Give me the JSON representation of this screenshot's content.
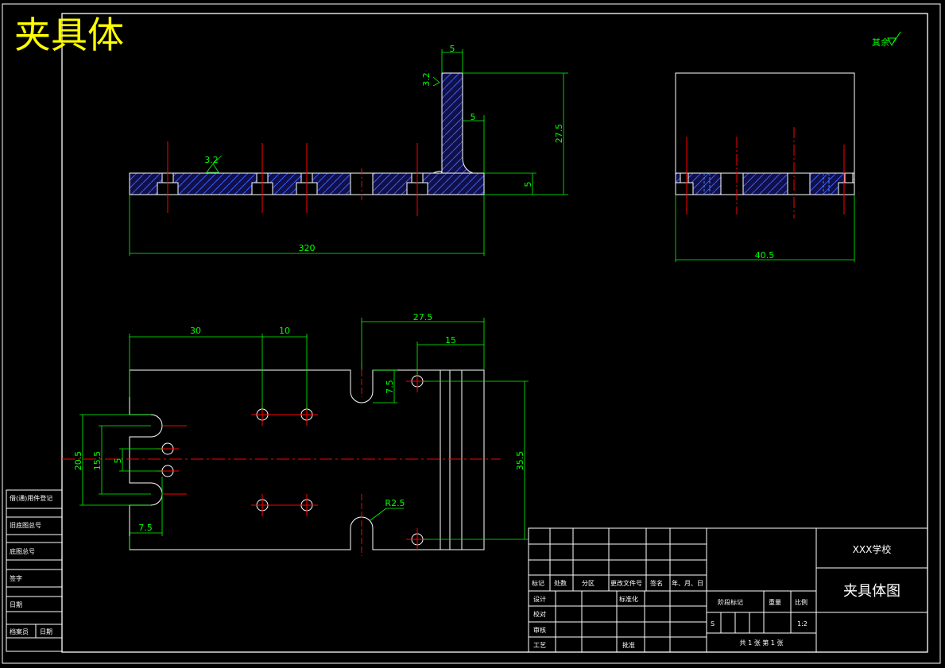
{
  "sheet_title": "夹具体",
  "surface_finish": {
    "text": "其余"
  },
  "front_view": {
    "dim_overall_length": "320",
    "dim_top_width": "5",
    "dim_web": "5",
    "dim_height": "27.5",
    "dim_base_thickness": "5",
    "roughness_1": "3.2",
    "roughness_2": "3.2"
  },
  "side_view": {
    "dim_width": "40.5"
  },
  "plan_view": {
    "dim_30": "30",
    "dim_10": "10",
    "dim_27_5": "27.5",
    "dim_15": "15",
    "dim_7_5_slot": "7.5",
    "dim_35_5": "35.5",
    "dim_20_5": "20.5",
    "dim_15_5": "15.5",
    "dim_5": "5",
    "dim_7_5_left": "7.5",
    "dim_radius": "R2.5"
  },
  "left_column": {
    "row1": "借(通)用件登记",
    "row2": "旧底图总号",
    "row3": "底图总号",
    "row4": "签字",
    "row5": "日期",
    "row6a": "档案员",
    "row6b": "日期"
  },
  "title_block": {
    "school": "XXX学校",
    "drawing_name": "夹具体图",
    "h_mark": "标记",
    "h_count": "处数",
    "h_zone": "分区",
    "h_doc": "更改文件号",
    "h_sign": "签名",
    "h_date": "年、月、日",
    "design": "设计",
    "standardize": "标准化",
    "check": "校对",
    "review": "审核",
    "process": "工艺",
    "approve": "批准",
    "stage_mark": "阶段标记",
    "weight": "重量",
    "scale_label": "比例",
    "stage_s": "S",
    "scale": "1:2",
    "sheets": "共 1 张  第 1 张"
  }
}
